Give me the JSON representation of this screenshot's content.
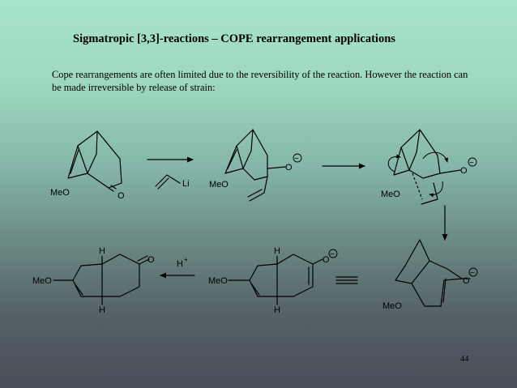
{
  "slide": {
    "title": "Sigmatropic [3,3]-reactions – COPE rearrangement applications",
    "body": "Cope rearrangements are often limited due to the reversibility of the reaction. However the reaction can be made irreversible by release of strain:",
    "page_number": "44"
  },
  "scheme": {
    "labels": {
      "meo": "MeO",
      "o": "O",
      "li": "Li",
      "h": "H",
      "h_plus": "H",
      "plus": "+",
      "minus": "−"
    }
  }
}
